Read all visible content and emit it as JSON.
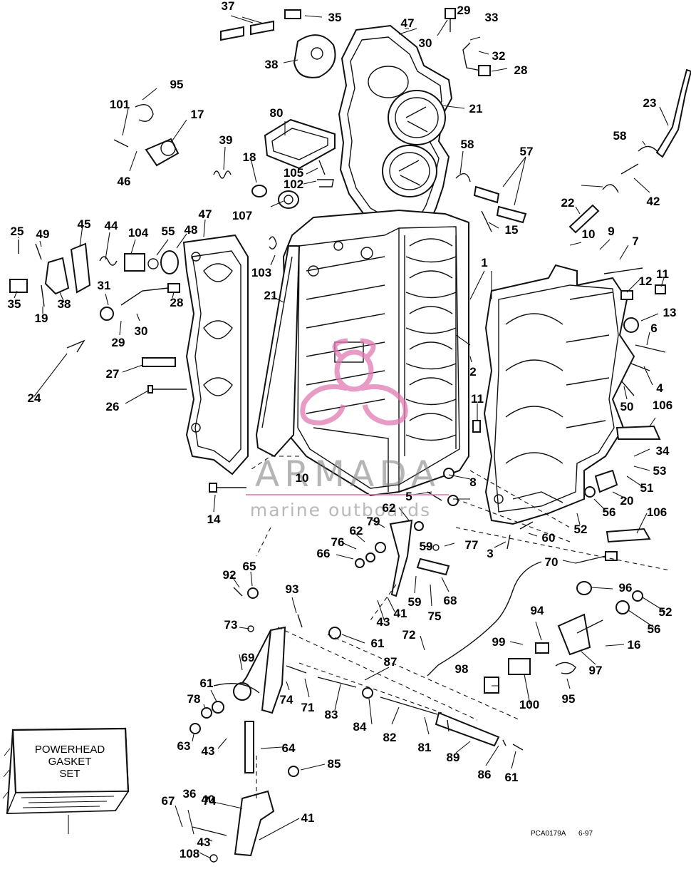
{
  "gasket_set_label": [
    "POWERHEAD",
    "GASKET",
    "SET"
  ],
  "watermark": {
    "brand": "ARMADA",
    "tagline": "marine outboards",
    "color": "#e07ab2"
  },
  "drawing_code": "PCA0179A",
  "drawing_date": "6-97",
  "callouts": [
    "37",
    "35",
    "29",
    "30",
    "33",
    "32",
    "28",
    "47",
    "38",
    "21",
    "95",
    "101",
    "17",
    "46",
    "80",
    "39",
    "18",
    "105",
    "102",
    "107",
    "58",
    "57",
    "23",
    "58",
    "42",
    "22",
    "15",
    "10",
    "9",
    "7",
    "25",
    "49",
    "45",
    "44",
    "104",
    "55",
    "48",
    "47",
    "103",
    "1",
    "11",
    "12",
    "13",
    "6",
    "35",
    "19",
    "38",
    "31",
    "28",
    "29",
    "30",
    "21",
    "2",
    "4",
    "27",
    "24",
    "26",
    "11",
    "50",
    "106",
    "34",
    "53",
    "51",
    "20",
    "56",
    "52",
    "106",
    "10",
    "8",
    "5",
    "62",
    "79",
    "62",
    "76",
    "66",
    "59",
    "77",
    "3",
    "60",
    "70",
    "14",
    "92",
    "65",
    "93",
    "73",
    "59",
    "75",
    "68",
    "41",
    "43",
    "72",
    "96",
    "52",
    "56",
    "94",
    "99",
    "16",
    "97",
    "61",
    "69",
    "74",
    "71",
    "87",
    "83",
    "84",
    "82",
    "98",
    "100",
    "95",
    "78",
    "61",
    "63",
    "43",
    "64",
    "85",
    "81",
    "89",
    "86",
    "61",
    "40",
    "67",
    "36",
    "74",
    "41",
    "43",
    "108"
  ]
}
